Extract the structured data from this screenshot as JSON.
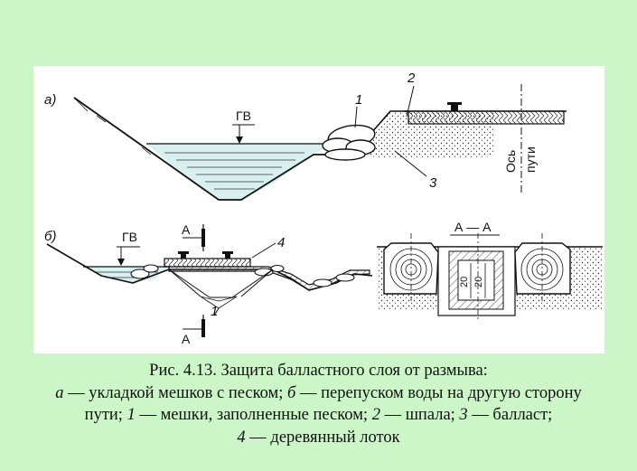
{
  "figure": {
    "part_a": "а)",
    "part_b": "б)",
    "gv": "ГВ",
    "num1": "1",
    "num2": "2",
    "num3": "3",
    "num4": "4",
    "axis_line1": "Ось",
    "axis_line2": "пути",
    "section_mark": "А",
    "section_title": "А — А",
    "dim_left": "20",
    "dim_right": "20"
  },
  "caption": {
    "line1": "Рис. 4.13. Защита балластного слоя от размыва:",
    "a_letter": "а",
    "a_text": " — укладкой мешков с песком; ",
    "b_letter": "б",
    "b_text": " —  перепуском воды на другую сторону",
    "line3_start": "пути; ",
    "n1": "1",
    "t1": " — мешки, заполненные песком; ",
    "n2": "2",
    "t2": " — шпала; ",
    "n3": "3",
    "t3": " — балласт;",
    "n4": "4",
    "t4": " — деревянный лоток"
  },
  "colors": {
    "page_background": "#ccf5c8",
    "figure_background": "#ffffff",
    "water": "#d9f0f0",
    "ink": "#111111"
  }
}
